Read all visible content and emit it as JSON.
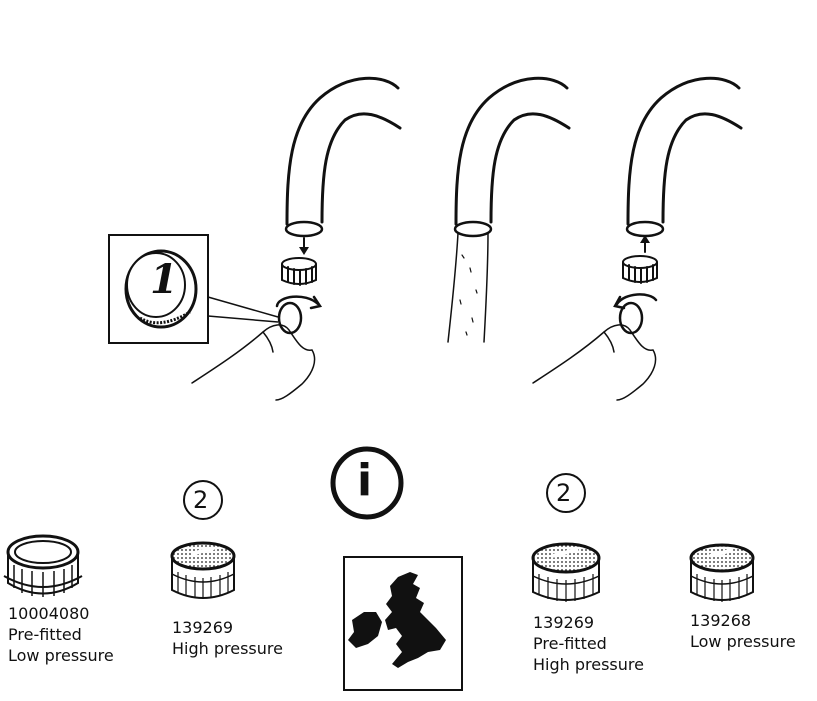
{
  "circle_number": "2",
  "coin_number": "1",
  "info_symbol": "i",
  "parts": [
    {
      "code": "10004080",
      "line2": "Pre-fitted",
      "line3": "Low pressure"
    },
    {
      "code": "139269",
      "line2": "High pressure"
    },
    {
      "code": "139269",
      "line2": "Pre-fitted",
      "line3": "High pressure"
    },
    {
      "code": "139268",
      "line2": "Low pressure"
    }
  ],
  "region_icon": "uk-ireland-map-icon"
}
